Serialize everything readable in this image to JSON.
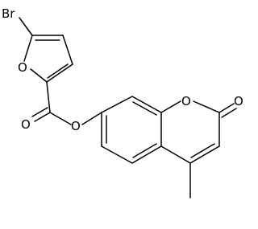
{
  "molecule": {
    "atom_labels": {
      "bromine": "Br",
      "furan_oxygen": "O",
      "carbonyl_oxygen": "O",
      "ester_oxygen": "O",
      "ring_oxygen": "O",
      "lactone_carbonyl_oxygen": "O"
    }
  }
}
